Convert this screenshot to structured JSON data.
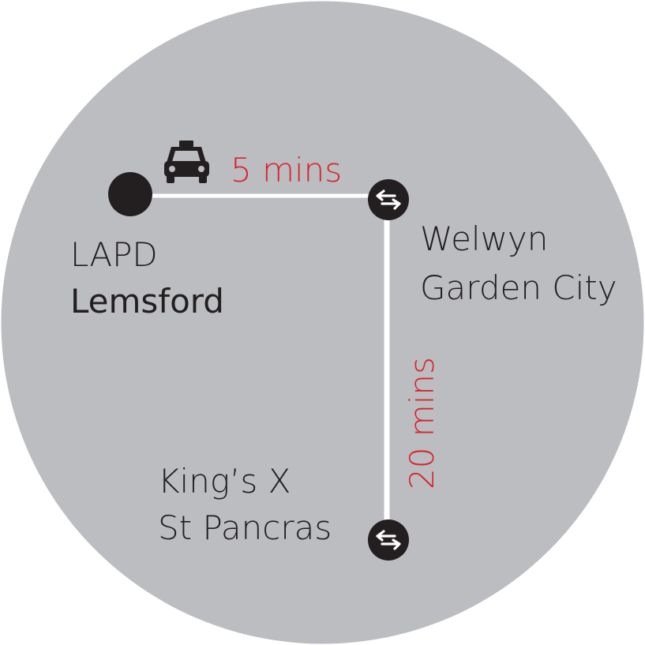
{
  "colors": {
    "background_circle": "#bcbdc0",
    "route_line": "#ffffff",
    "node": "#231f20",
    "duration_text": "#d7262e",
    "station_text": "#231f20"
  },
  "origin": {
    "line1": "LAPD",
    "line2": "Lemsford",
    "icon": "origin-dot-icon"
  },
  "taxi_leg": {
    "icon": "taxi-icon",
    "duration": "5 mins"
  },
  "welwyn": {
    "line1": "Welwyn",
    "line2": "Garden City",
    "icon": "national-rail-icon"
  },
  "rail_leg": {
    "duration": "20 mins"
  },
  "kings_cross": {
    "line1": "King’s X",
    "line2": "St Pancras",
    "icon": "national-rail-icon"
  }
}
